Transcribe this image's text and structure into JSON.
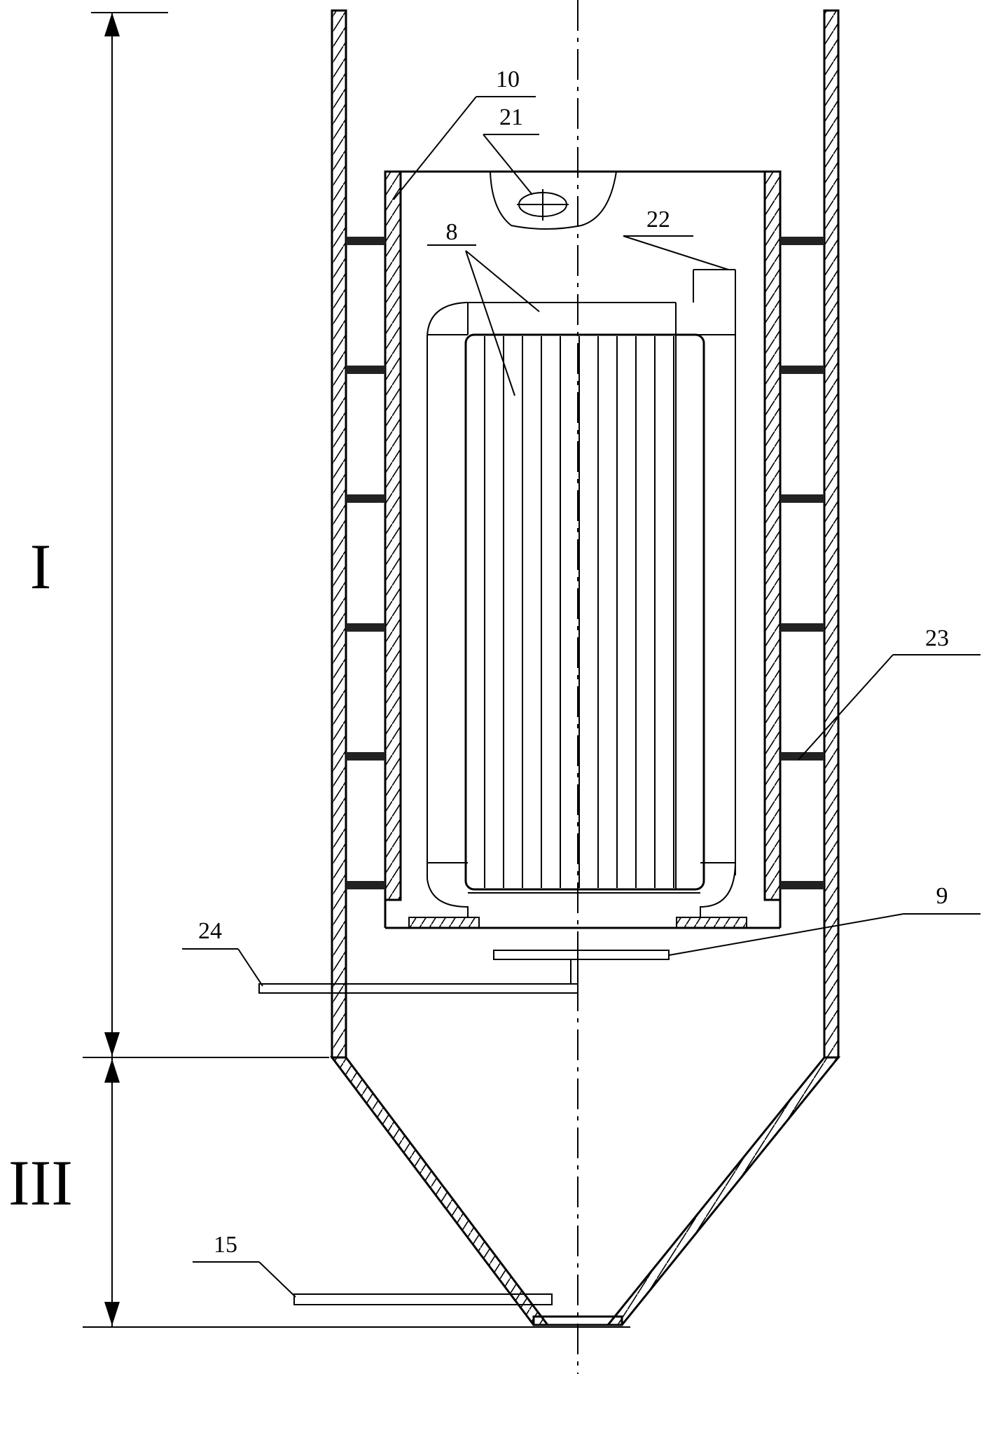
{
  "labels": {
    "l10": "10",
    "l21": "21",
    "l22": "22",
    "l8": "8",
    "l23": "23",
    "l9": "9",
    "l24": "24",
    "l15": "15"
  },
  "zones": {
    "upper": "I",
    "lower": "III"
  }
}
